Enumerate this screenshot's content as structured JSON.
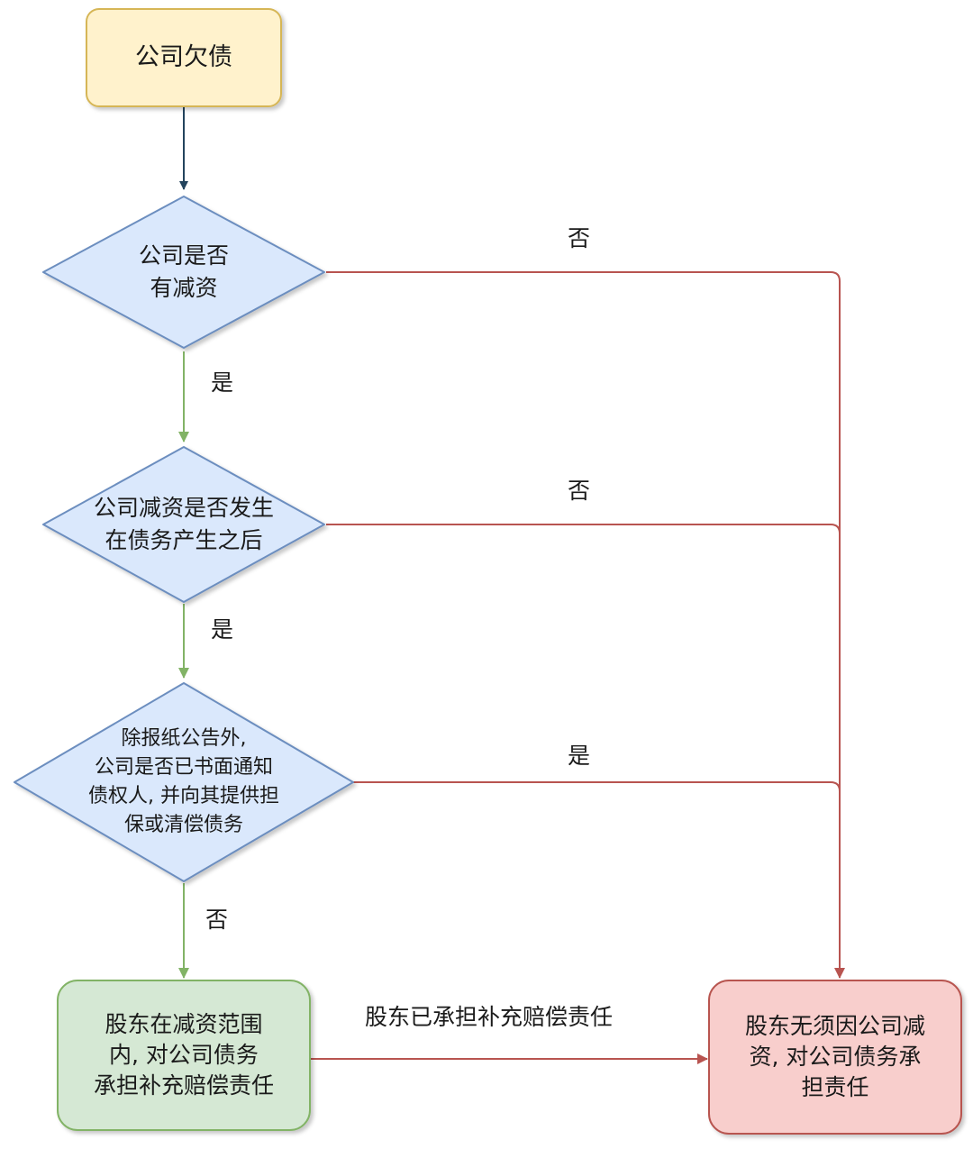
{
  "nodes": {
    "start": "公司欠债",
    "q1": "公司是否\n有减资",
    "q2": "公司减资是否发生\n在债务产生之后",
    "q3": "除报纸公告外,\n公司是否已书面通知\n债权人, 并向其提供担\n保或清偿债务",
    "liable": "股东在减资范围\n内, 对公司债务\n承担补充赔偿责任",
    "not_liable": "股东无须因公司减\n资, 对公司债务承\n担责任"
  },
  "edges": {
    "q1_no": "否",
    "q1_yes": "是",
    "q2_no": "否",
    "q2_yes": "是",
    "q3_yes": "是",
    "q3_no": "否",
    "liable_to_not_liable": "股东已承担补充赔偿责任"
  },
  "colors": {
    "start_fill": "#fff2cc",
    "start_stroke": "#d6b656",
    "decision_fill": "#dae8fc",
    "decision_stroke": "#6c8ebf",
    "liable_fill": "#d5e8d4",
    "liable_stroke": "#82b366",
    "not_liable_fill": "#f8cecc",
    "not_liable_stroke": "#b85450",
    "edge_dark": "#23445d",
    "edge_green": "#82b366",
    "edge_red": "#b85450"
  }
}
